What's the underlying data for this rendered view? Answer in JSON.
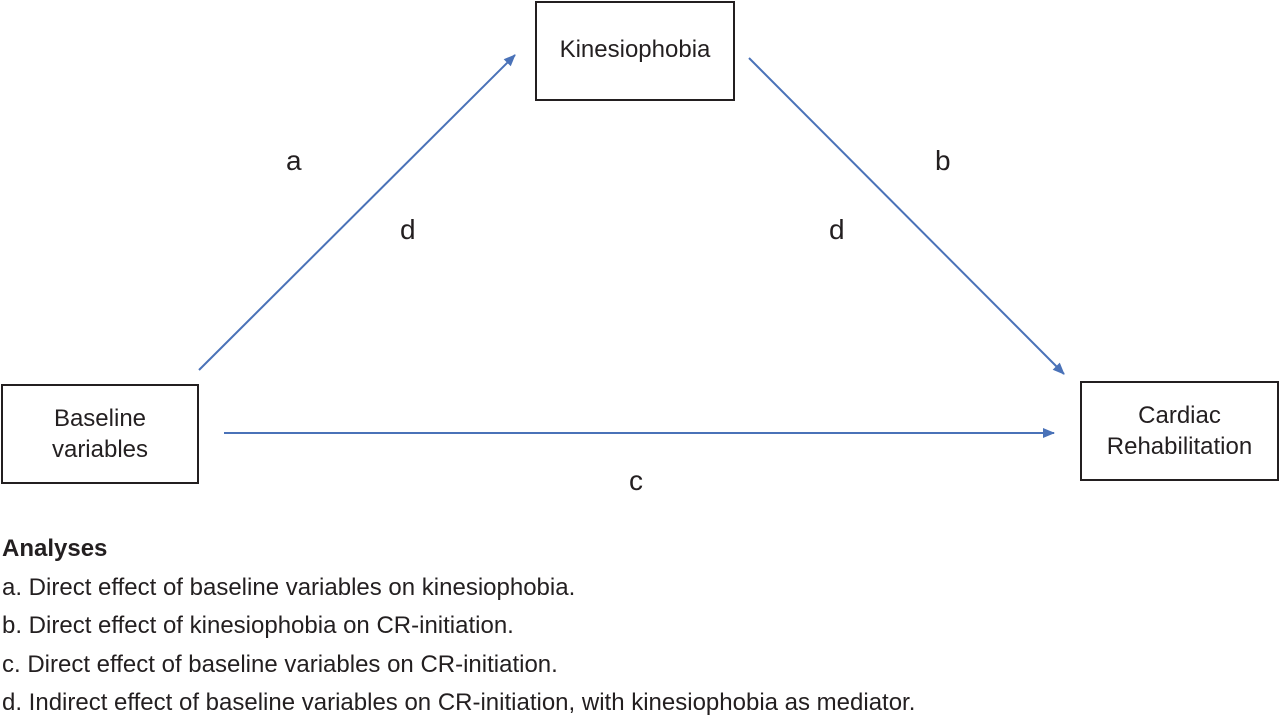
{
  "diagram": {
    "nodes": {
      "kinesiophobia": "Kinesiophobia",
      "baseline": [
        "Baseline",
        "variables"
      ],
      "cardiac_rehab": [
        "Cardiac",
        "Rehabilitation"
      ]
    },
    "path_labels": {
      "a": "a",
      "d_left": "d",
      "b": "b",
      "d_right": "d",
      "c": "c"
    },
    "colors": {
      "arrow": "#4a72b8",
      "box_border": "#231f20",
      "text": "#231f20"
    }
  },
  "legend": {
    "title": "Analyses",
    "items": [
      "a. Direct effect of baseline variables on kinesiophobia.",
      "b. Direct effect of kinesiophobia on CR-initiation.",
      "c. Direct effect of baseline variables on CR-initiation.",
      "d. Indirect effect of baseline variables on CR-initiation, with kinesiophobia as mediator."
    ]
  }
}
